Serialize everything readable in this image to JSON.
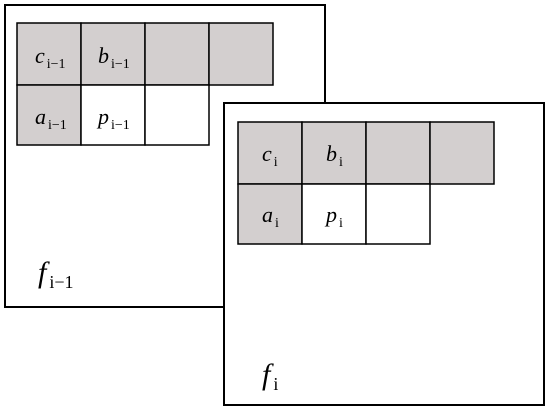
{
  "colors": {
    "shaded": "#d3cfcf",
    "unshaded": "#ffffff",
    "stroke": "#000000"
  },
  "frame_back": {
    "label": {
      "main": "f",
      "sub": "i−1"
    },
    "cells": [
      {
        "id": "c",
        "main": "c",
        "sub": "i−1",
        "shaded": true
      },
      {
        "id": "b",
        "main": "b",
        "sub": "i−1",
        "shaded": true
      },
      {
        "id": "e1",
        "main": "",
        "sub": "",
        "shaded": true
      },
      {
        "id": "e2",
        "main": "",
        "sub": "",
        "shaded": true
      },
      {
        "id": "a",
        "main": "a",
        "sub": "i−1",
        "shaded": true
      },
      {
        "id": "p",
        "main": "p",
        "sub": "i−1",
        "shaded": false
      },
      {
        "id": "e3",
        "main": "",
        "sub": "",
        "shaded": false
      }
    ]
  },
  "frame_front": {
    "label": {
      "main": "f",
      "sub": "i"
    },
    "cells": [
      {
        "id": "c",
        "main": "c",
        "sub": "i",
        "shaded": true
      },
      {
        "id": "b",
        "main": "b",
        "sub": "i",
        "shaded": true
      },
      {
        "id": "e1",
        "main": "",
        "sub": "",
        "shaded": true
      },
      {
        "id": "e2",
        "main": "",
        "sub": "",
        "shaded": true
      },
      {
        "id": "a",
        "main": "a",
        "sub": "i",
        "shaded": true
      },
      {
        "id": "p",
        "main": "p",
        "sub": "i",
        "shaded": false
      },
      {
        "id": "e3",
        "main": "",
        "sub": "",
        "shaded": false
      }
    ]
  }
}
